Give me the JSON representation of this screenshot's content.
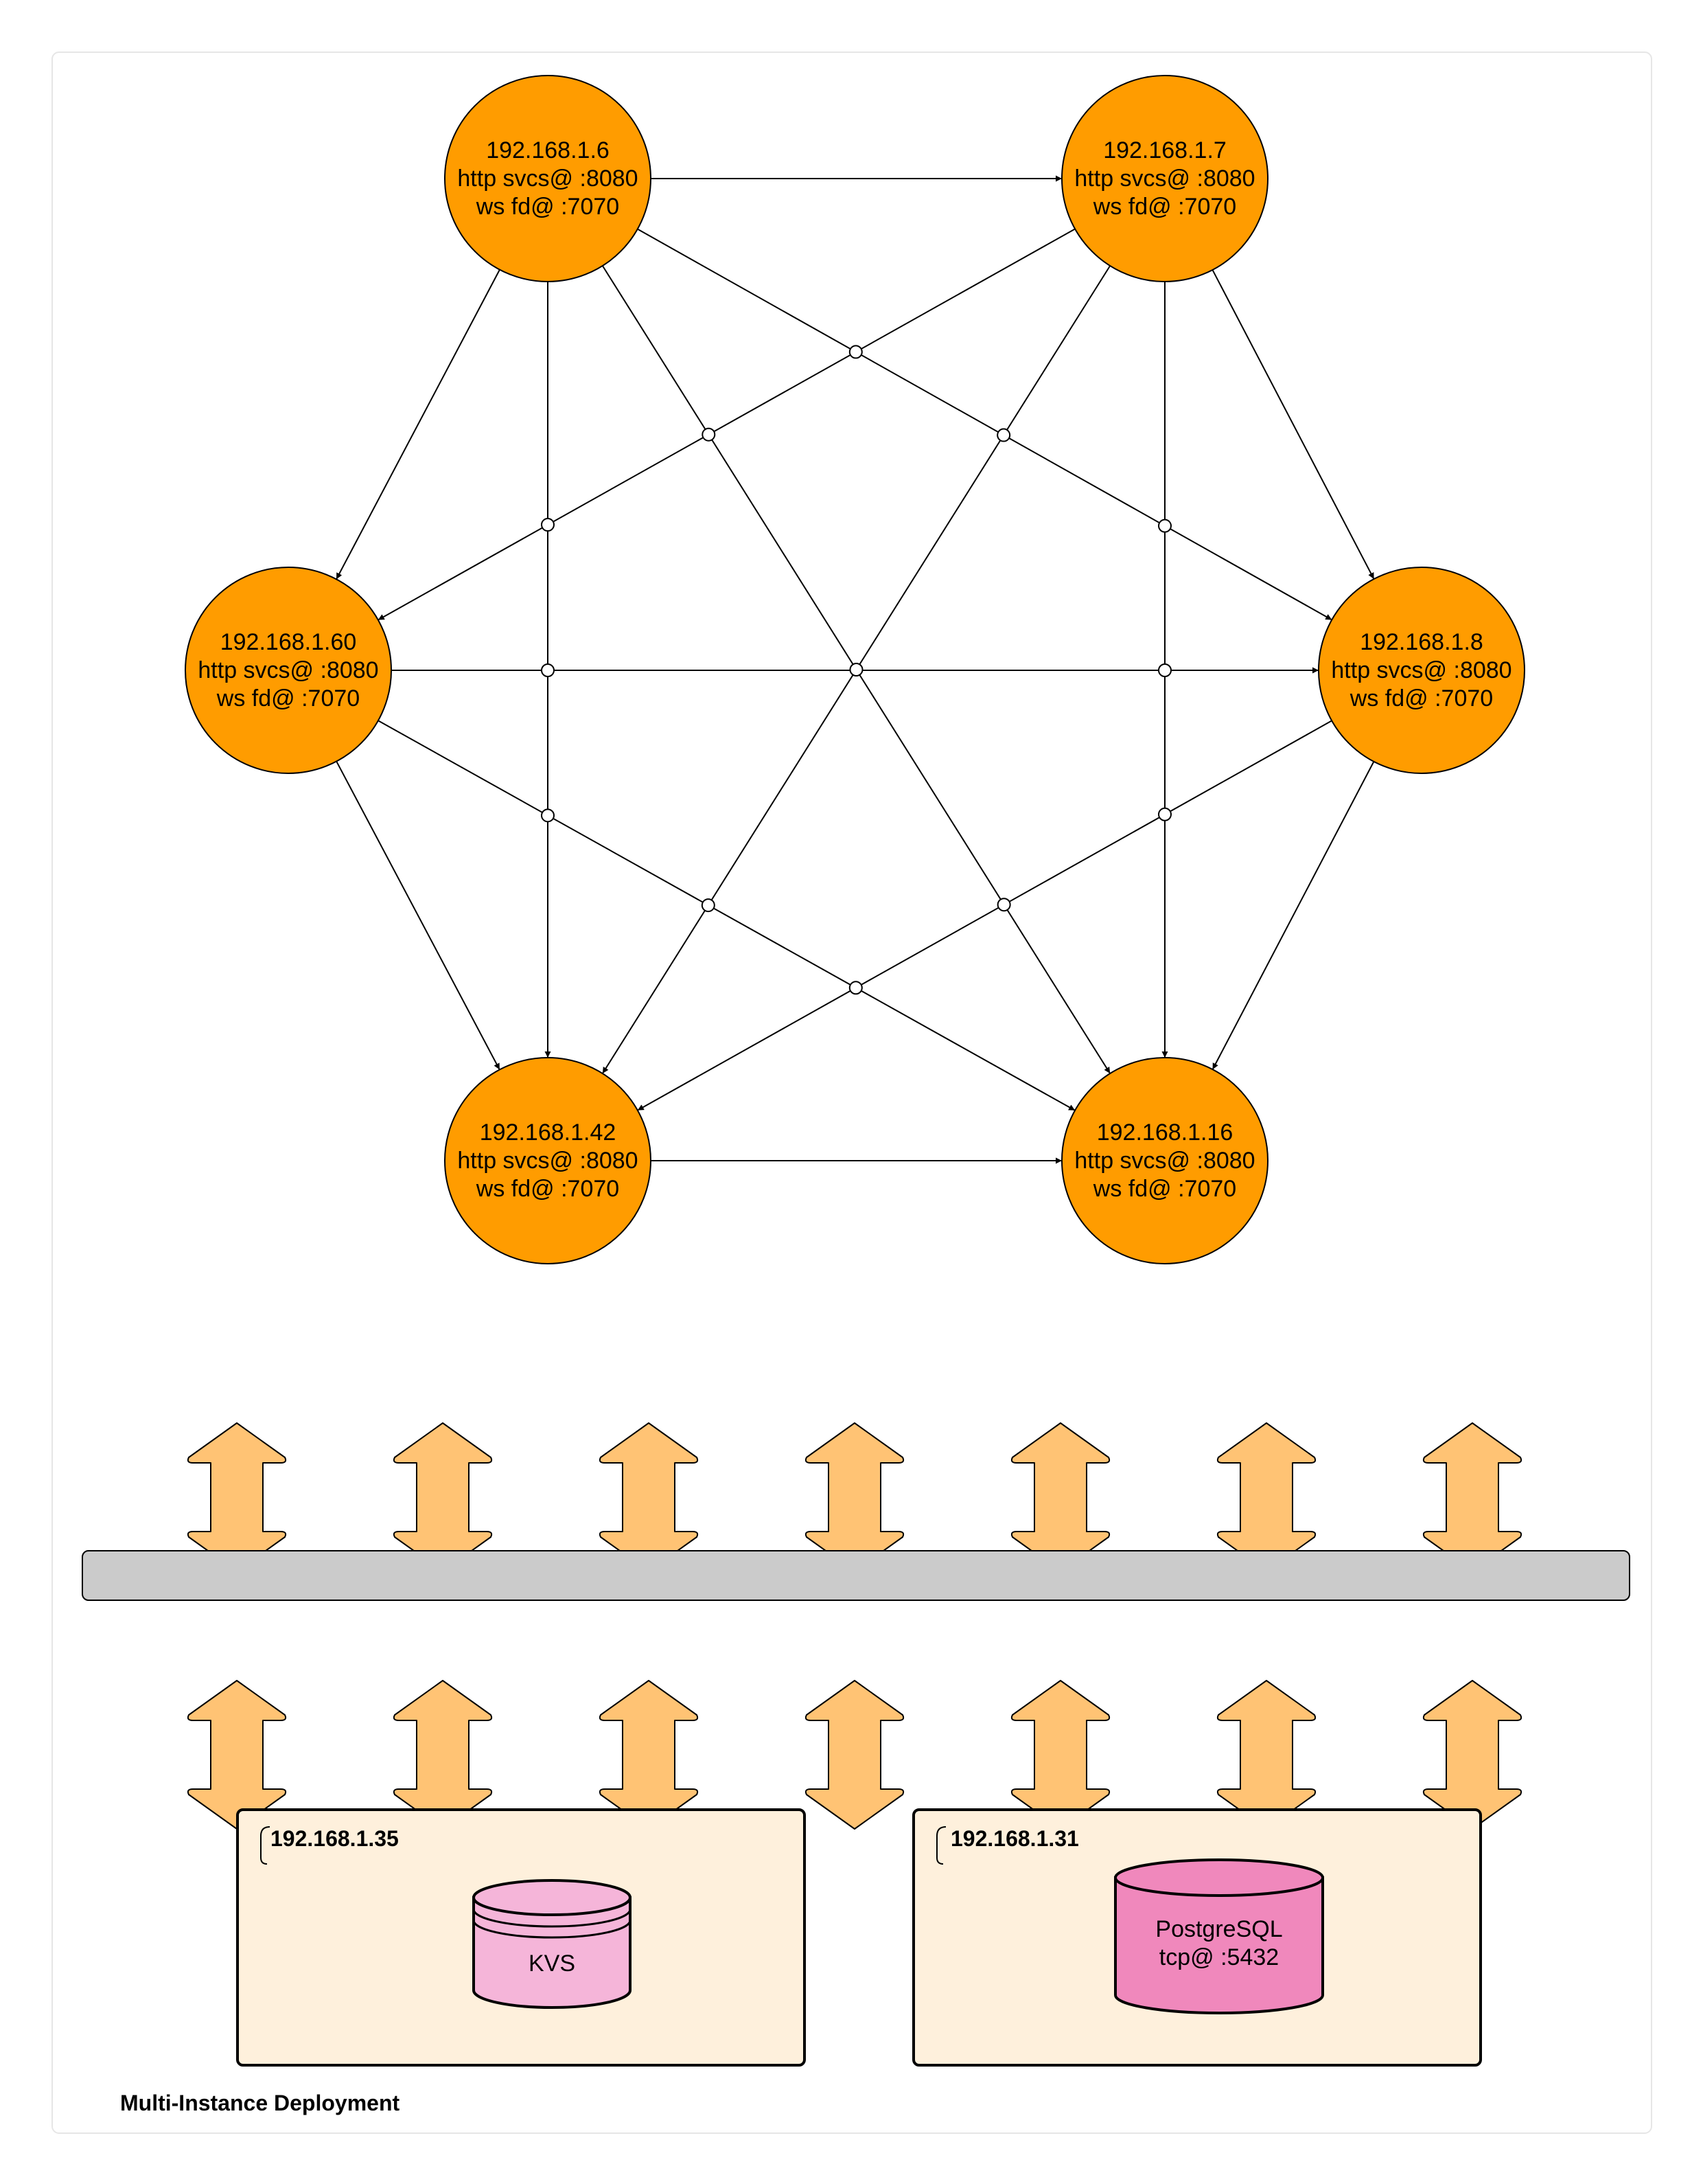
{
  "colors": {
    "node_fill": "#FF9C00",
    "arrow_fill": "#FFC374",
    "bus_fill": "#CBCBCB",
    "host_fill": "#FEF0DC",
    "kvs_fill": "#F5B5D9",
    "pg_fill": "#F088BC",
    "frame_stroke": "#E6E6E6"
  },
  "nodes": [
    {
      "id": "n1",
      "lines": [
        "192.168.1.6",
        "http svcs@ :8080",
        "ws fd@ :7070"
      ]
    },
    {
      "id": "n2",
      "lines": [
        "192.168.1.7",
        "http svcs@ :8080",
        "ws fd@ :7070"
      ]
    },
    {
      "id": "n3",
      "lines": [
        "192.168.1.60",
        "http svcs@ :8080",
        "ws fd@ :7070"
      ]
    },
    {
      "id": "n4",
      "lines": [
        "192.168.1.8",
        "http svcs@ :8080",
        "ws fd@ :7070"
      ]
    },
    {
      "id": "n5",
      "lines": [
        "192.168.1.42",
        "http svcs@ :8080",
        "ws fd@ :7070"
      ]
    },
    {
      "id": "n6",
      "lines": [
        "192.168.1.16",
        "http svcs@ :8080",
        "ws fd@ :7070"
      ]
    }
  ],
  "hosts": [
    {
      "label": "192.168.1.35",
      "store": {
        "type": "kvs",
        "lines": [
          "KVS"
        ]
      }
    },
    {
      "label": "192.168.1.31",
      "store": {
        "type": "postgres",
        "lines": [
          "PostgreSQL",
          "tcp@ :5432"
        ]
      }
    }
  ],
  "icons": {
    "bidirectional_arrow": "double-headed-vertical-arrow-icon",
    "kvs": "database-stack-icon",
    "postgres": "database-cylinder-icon"
  },
  "caption": "Multi-Instance Deployment"
}
